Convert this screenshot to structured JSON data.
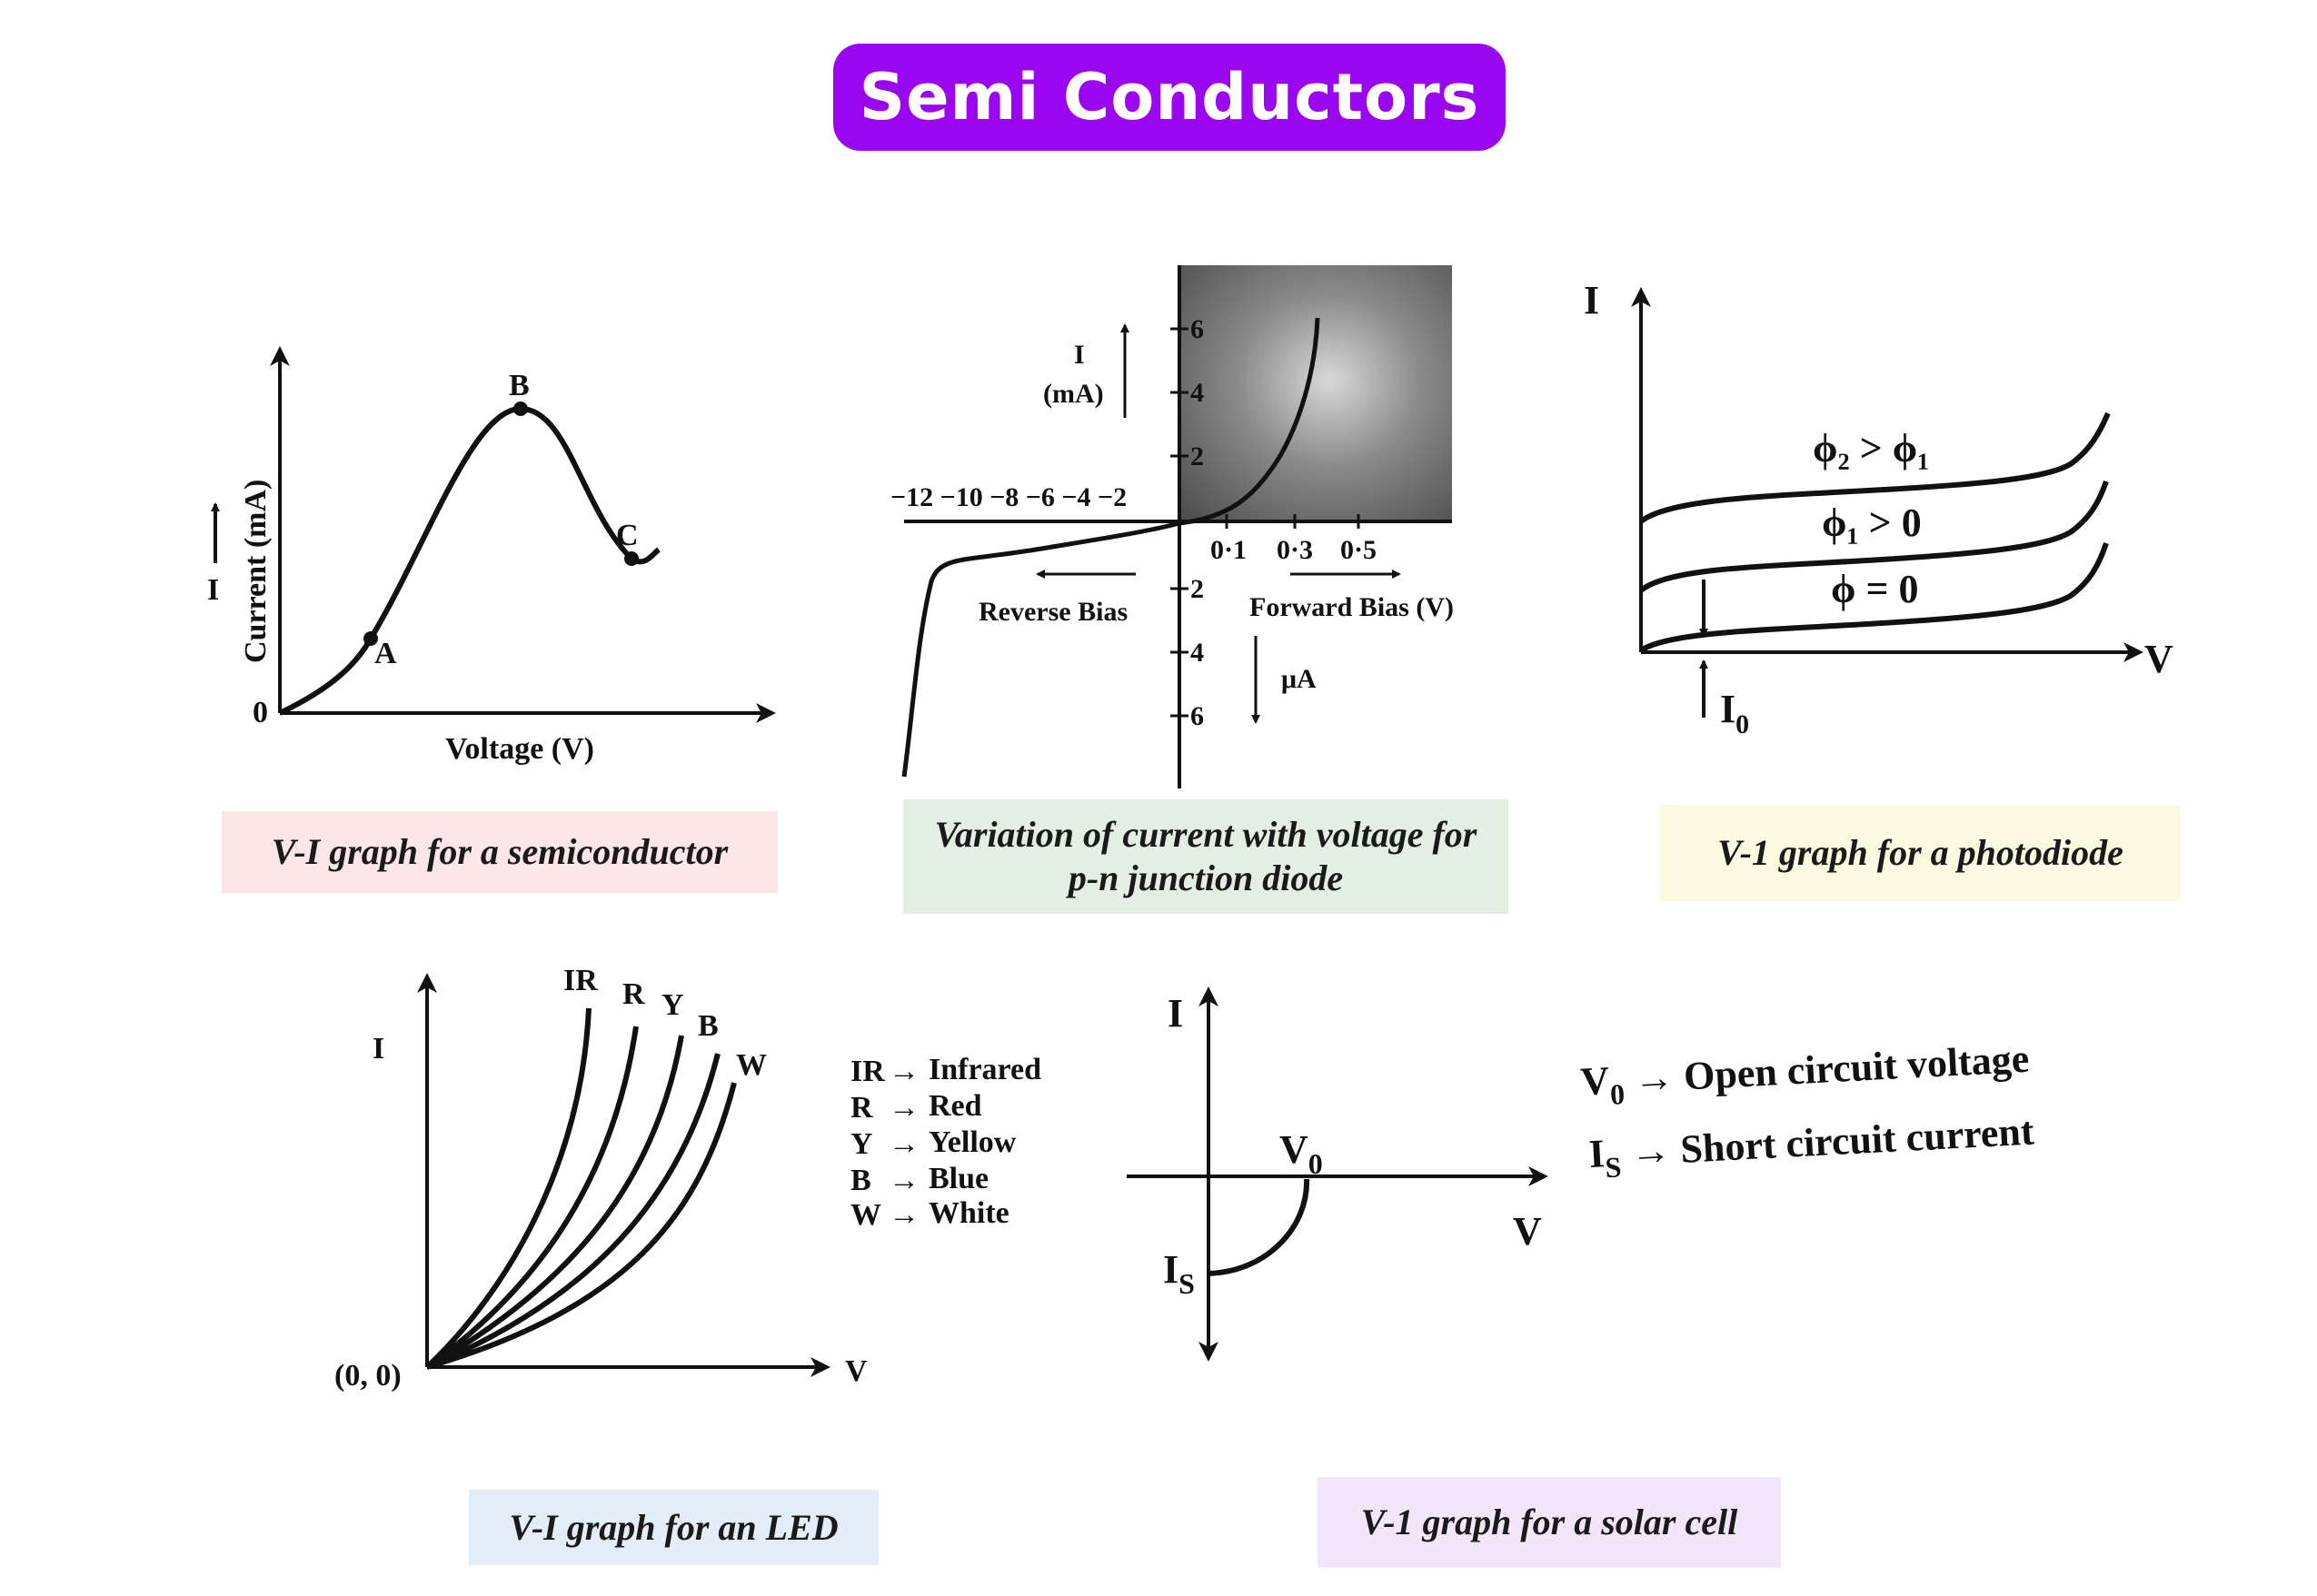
{
  "title": "Semi Conductors",
  "colors": {
    "title_bg": "#9a06ef",
    "caption_semiconductor": "#fde6e7",
    "caption_pn": "#e3efe3",
    "caption_photodiode": "#fcfbe2",
    "caption_led": "#e3eef9",
    "caption_solar": "#f3e6fa",
    "shade": "#5b5b5b"
  },
  "captions": {
    "semiconductor": "V-I graph for a semiconductor",
    "pn_line1": "Variation of current with voltage for",
    "pn_line2": "p-n junction diode",
    "photodiode": "V-1 graph for a photodiode",
    "led": "V-I graph for an LED",
    "solar": "V-1 graph for a solar cell"
  },
  "semiconductor": {
    "ylabel": "Current (mA)",
    "yaxis_symbol": "I",
    "xlabel": "Voltage (V)",
    "origin": "0",
    "point_a": "A",
    "point_b": "B",
    "point_c": "C"
  },
  "pn_diode": {
    "i_label": "I",
    "ma_label": "(mA)",
    "y_pos_ticks": [
      "6",
      "4",
      "2"
    ],
    "y_neg_ticks": [
      "2",
      "4",
      "6"
    ],
    "x_neg_ticks": "−12 −10 −8 −6 −4 −2",
    "x_pos_ticks": [
      "0·1",
      "0·3",
      "0·5"
    ],
    "reverse_bias": "Reverse Bias",
    "forward_bias": "Forward Bias (V)",
    "ua_label": "μA"
  },
  "photodiode": {
    "i_label": "I",
    "v_label": "V",
    "i0_label": "I",
    "i0_sub": "0",
    "curve_top": "ϕ₂ > ϕ₁",
    "curve_mid": "ϕ₁ > 0",
    "curve_bot": "ϕ = 0"
  },
  "led": {
    "i_label": "I",
    "v_label": "V",
    "origin": "(0, 0)",
    "curve_labels": [
      "IR",
      "R",
      "Y",
      "B",
      "W"
    ],
    "legend": [
      {
        "key": "IR",
        "value": "Infrared"
      },
      {
        "key": "R",
        "value": "Red"
      },
      {
        "key": "Y",
        "value": "Yellow"
      },
      {
        "key": "B",
        "value": "Blue"
      },
      {
        "key": "W",
        "value": "White"
      }
    ]
  },
  "solar": {
    "i_label": "I",
    "v_label": "V",
    "v0_label": "V",
    "v0_sub": "0",
    "is_label": "I",
    "is_sub": "S",
    "legend_v0_sym": "V",
    "legend_v0_sub": "0",
    "legend_v0_text": "Open circuit voltage",
    "legend_is_sym": "I",
    "legend_is_sub": "S",
    "legend_is_text": "Short circuit current"
  }
}
